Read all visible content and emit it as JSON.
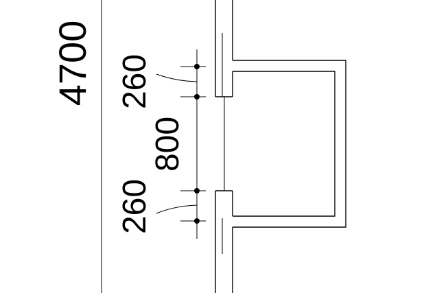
{
  "dimensions": {
    "total": "4700",
    "upper_segment": "260",
    "opening": "800",
    "lower_segment": "260"
  },
  "colors": {
    "line": "#000000",
    "background": "#ffffff"
  }
}
